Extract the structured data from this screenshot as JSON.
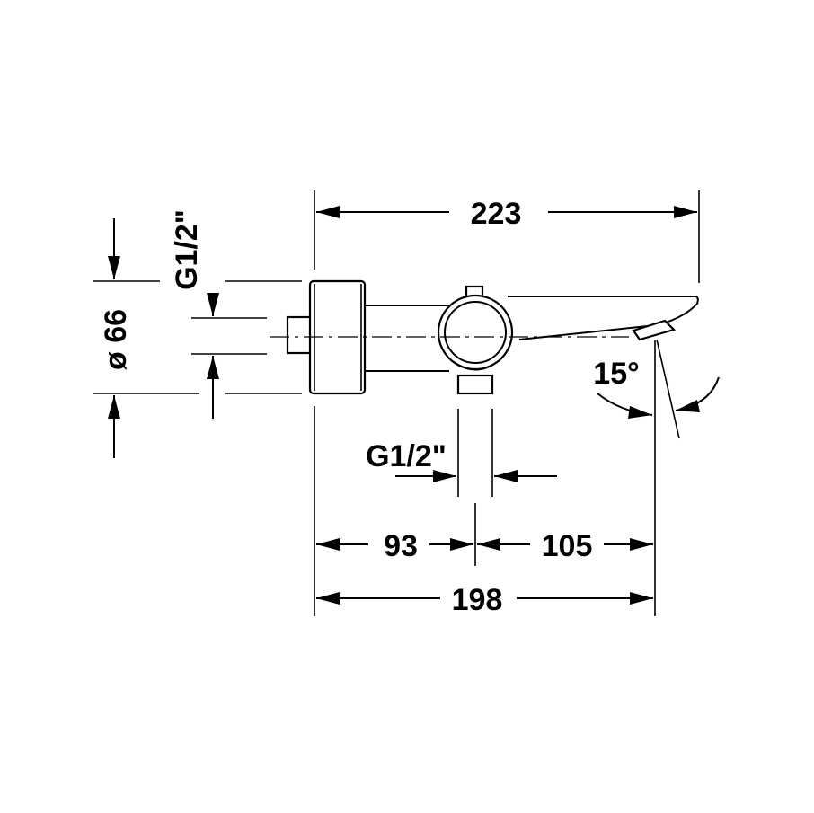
{
  "dimensions": {
    "overall_length": "223",
    "diameter": "ø 66",
    "inlet_thread": "G1/2\"",
    "outlet_thread": "G1/2\"",
    "left_offset": "93",
    "right_offset": "105",
    "spout_length": "198",
    "spout_angle": "15°"
  }
}
